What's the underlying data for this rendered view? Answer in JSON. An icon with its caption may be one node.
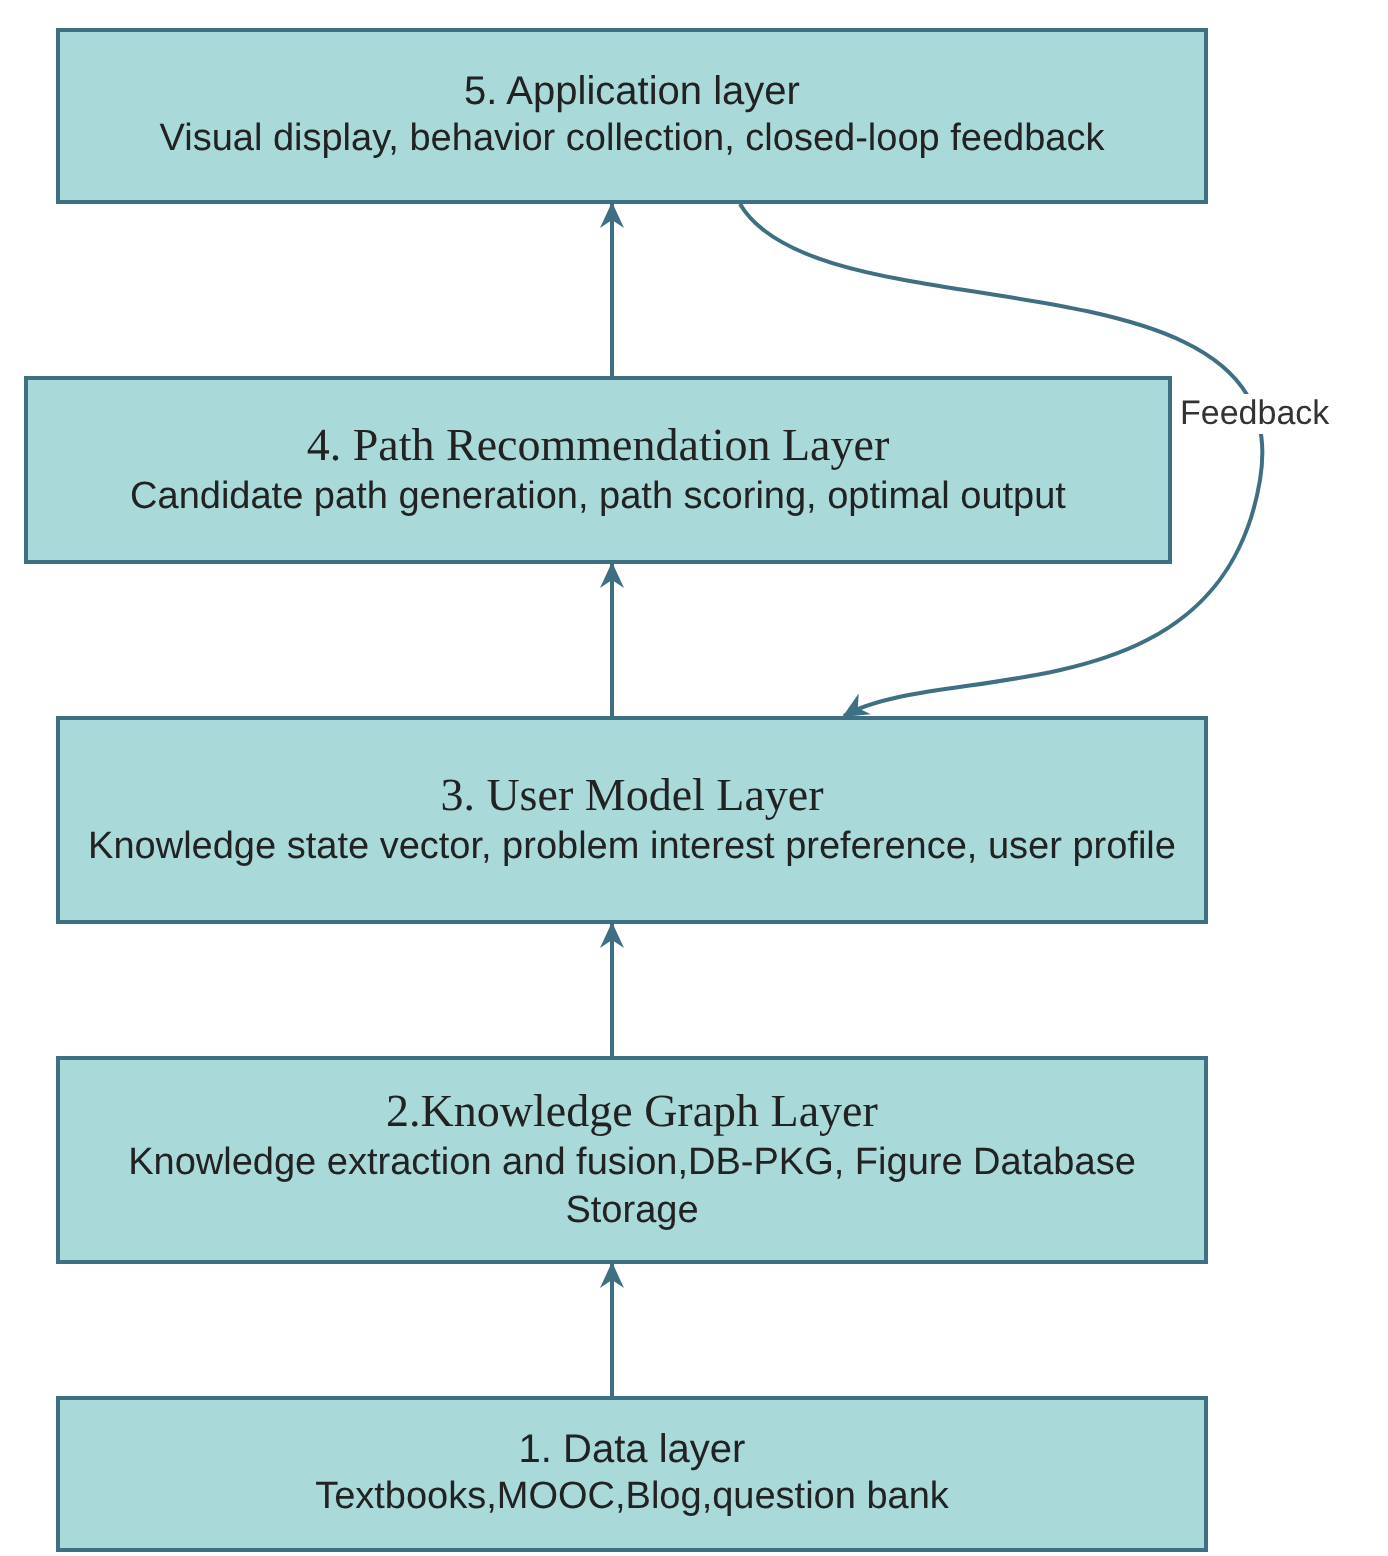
{
  "diagram": {
    "nodes": [
      {
        "text": [
          "5. Application layer",
          "Visual display, behavior collection, closed-loop feedback"
        ]
      },
      {
        "text": [
          "4. Path Recommendation Layer",
          "Candidate path generation, path scoring, optimal output"
        ]
      },
      {
        "text": [
          "3. User Model Layer",
          "Knowledge state vector, problem interest preference, user profile"
        ]
      },
      {
        "text": [
          "2.Knowledge Graph Layer",
          "Knowledge extraction and fusion,DB-PKG, Figure Database Storage"
        ]
      },
      {
        "text": [
          "1. Data layer",
          "Textbooks,MOOC,Blog,question bank"
        ]
      }
    ],
    "edges": [
      {
        "from": 1,
        "to": 0,
        "arrow": "to"
      },
      {
        "from": 2,
        "to": 1,
        "arrow": "to"
      },
      {
        "from": 3,
        "to": 2,
        "arrow": "to"
      },
      {
        "from": 4,
        "to": 3,
        "arrow": "to"
      },
      {
        "from": 0,
        "to": 2,
        "arrow": "to",
        "label": "Feedback"
      }
    ]
  }
}
